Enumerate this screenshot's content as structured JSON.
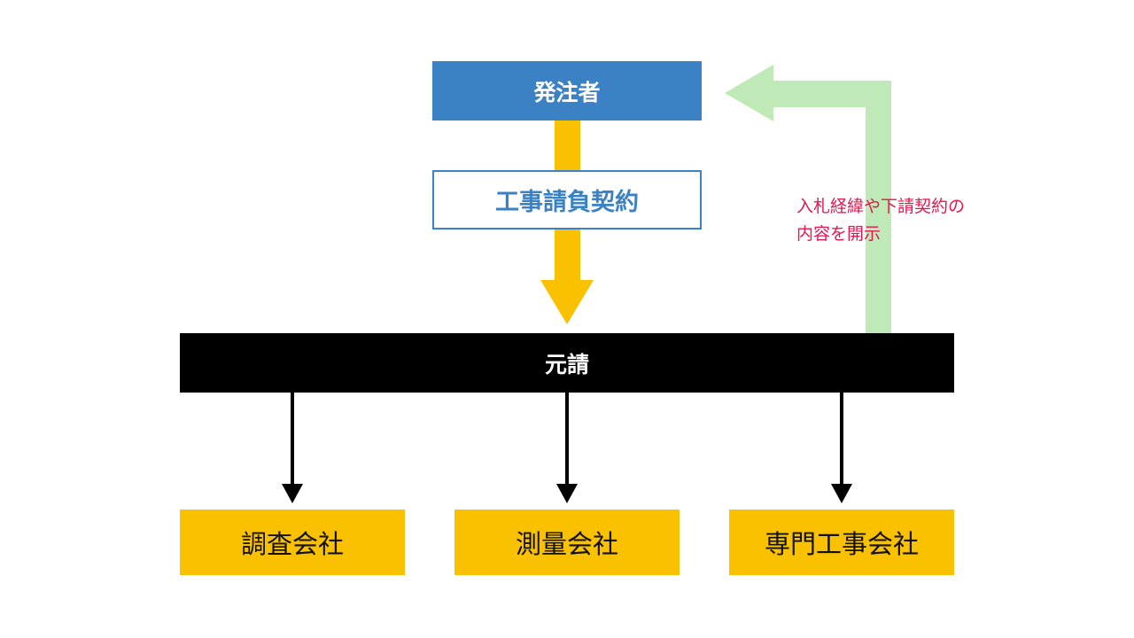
{
  "colors": {
    "client_fill": "#3b82c4",
    "client_text": "#ffffff",
    "contract_border": "#3b82c4",
    "contract_text": "#3b82c4",
    "prime_fill": "#000000",
    "prime_text": "#ffffff",
    "sub_fill": "#fac100",
    "contract_arrow": "#fac100",
    "disclosure_arrow": "#bfe9b6",
    "disclosure_text": "#e5154f"
  },
  "nodes": {
    "client": "発注者",
    "contract": "工事請負契約",
    "prime": "元請",
    "subcontractors": [
      {
        "label": "調査会社"
      },
      {
        "label": "測量会社"
      },
      {
        "label": "専門工事会社"
      }
    ]
  },
  "disclosure": {
    "line1": "入札経緯や下請契約の",
    "line2": "内容を開示"
  }
}
